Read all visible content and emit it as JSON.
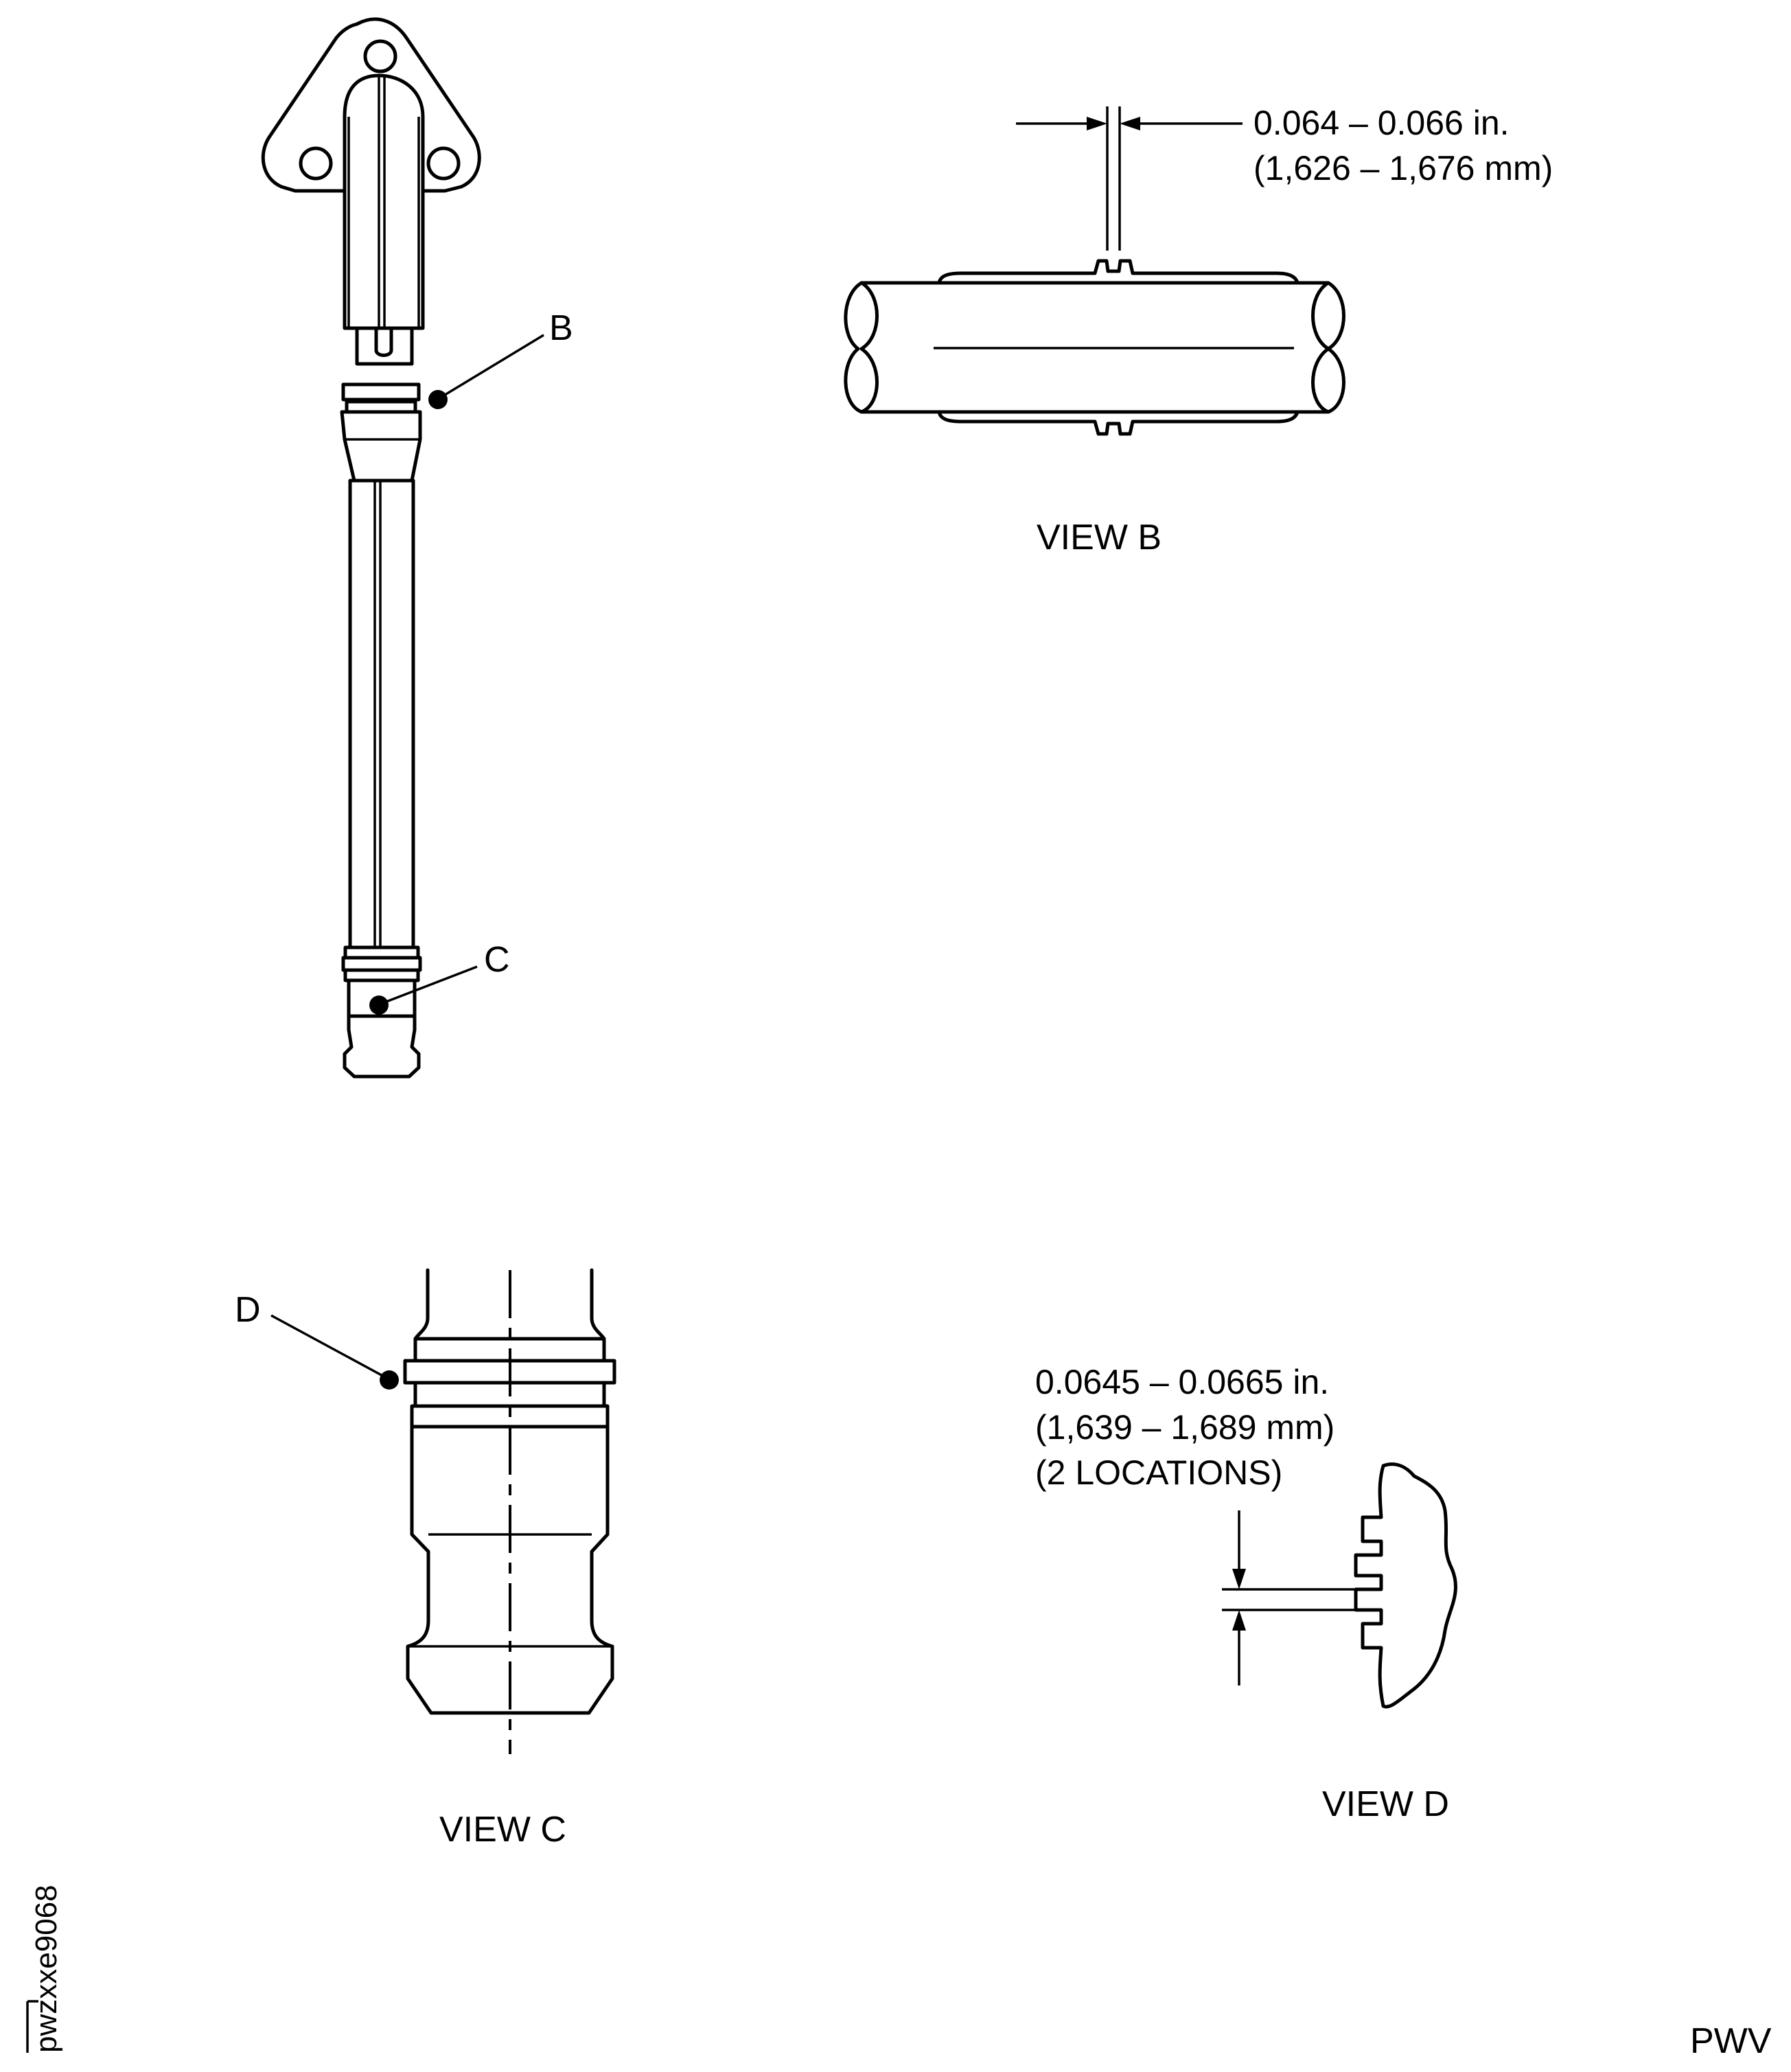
{
  "callouts": {
    "b": "B",
    "c": "C",
    "d": "D"
  },
  "dimensions": {
    "view_b_line1": "0.064 – 0.066 in.",
    "view_b_line2": "(1,626 – 1,676 mm)",
    "view_d_line1": "0.0645 – 0.0665 in.",
    "view_d_line2": "(1,639 – 1,689 mm)",
    "view_d_line3": "(2 LOCATIONS)"
  },
  "view_labels": {
    "b": "VIEW B",
    "c": "VIEW C",
    "d": "VIEW D"
  },
  "figure_id": "pwzxxe9068",
  "footer_code": "PWV"
}
